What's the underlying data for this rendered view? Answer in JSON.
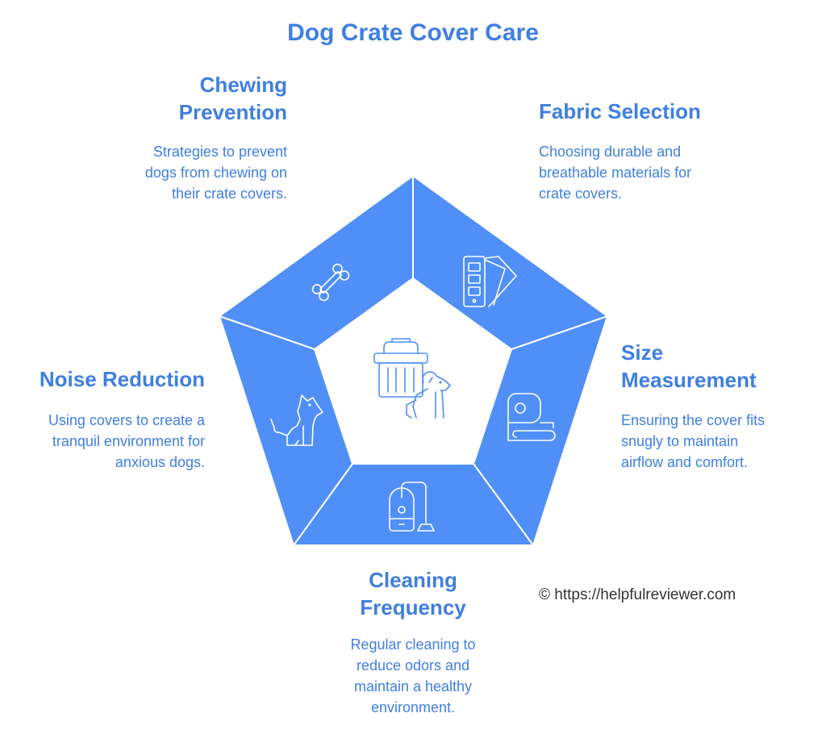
{
  "title": "Dog Crate Cover Care",
  "segments": [
    {
      "id": "chewing",
      "heading_line1": "Chewing",
      "heading_line2": "Prevention",
      "desc_line1": "Strategies to prevent",
      "desc_line2": "dogs from chewing on",
      "desc_line3": "their crate covers.",
      "icon": "bone-icon"
    },
    {
      "id": "fabric",
      "heading_line1": "Fabric Selection",
      "desc_line1": "Choosing durable and",
      "desc_line2": "breathable materials for",
      "desc_line3": "crate covers.",
      "icon": "swatch-icon"
    },
    {
      "id": "size",
      "heading_line1": "Size",
      "heading_line2": "Measurement",
      "desc_line1": "Ensuring the cover fits",
      "desc_line2": "snugly to maintain",
      "desc_line3": "airflow and comfort.",
      "icon": "tape-measure-icon"
    },
    {
      "id": "cleaning",
      "heading_line1": "Cleaning",
      "heading_line2": "Frequency",
      "desc_line1": "Regular cleaning to",
      "desc_line2": "reduce odors and",
      "desc_line3": "maintain a healthy",
      "desc_line4": "environment.",
      "icon": "vacuum-icon"
    },
    {
      "id": "noise",
      "heading_line1": "Noise Reduction",
      "desc_line1": "Using covers to create a",
      "desc_line2": "tranquil environment for",
      "desc_line3": "anxious dogs.",
      "icon": "dog-icon"
    }
  ],
  "center_icon": "crate-and-dog-icon",
  "copyright": "© https://helpfulreviewer.com",
  "colors": {
    "segment_fill": "#4f8ff7",
    "segment_divider": "#ffffff",
    "text_accent": "#3f7fe0",
    "center_fill": "#ffffff"
  }
}
